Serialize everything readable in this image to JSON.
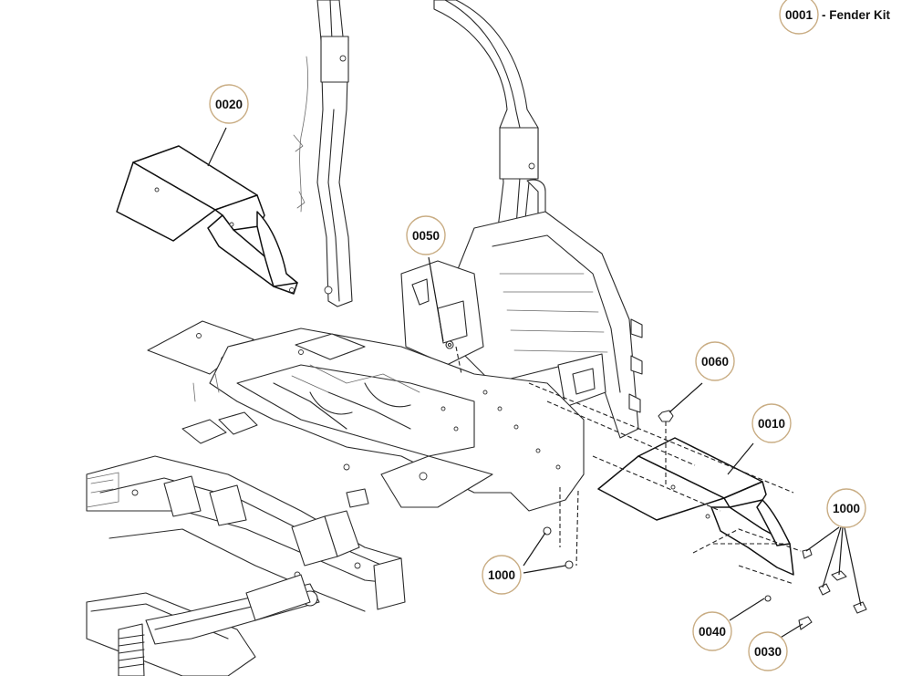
{
  "diagram": {
    "kit_callout": {
      "number": "0001",
      "description": "- Fender Kit"
    },
    "callouts": [
      {
        "id": "c0020",
        "label": "0020"
      },
      {
        "id": "c0050",
        "label": "0050"
      },
      {
        "id": "c0060",
        "label": "0060"
      },
      {
        "id": "c0010",
        "label": "0010"
      },
      {
        "id": "c1000a",
        "label": "1000"
      },
      {
        "id": "c1000b",
        "label": "1000"
      },
      {
        "id": "c0040",
        "label": "0040"
      },
      {
        "id": "c0030",
        "label": "0030"
      }
    ]
  }
}
